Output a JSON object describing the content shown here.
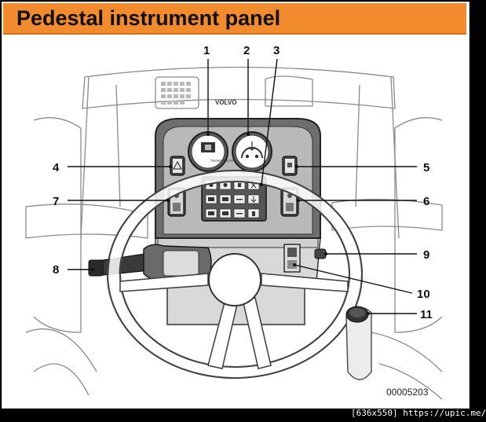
{
  "header": {
    "title": "Pedestal instrument panel",
    "background": "#f28a2e"
  },
  "diagram": {
    "brand_text": "VOLVO",
    "gauge_label": "TRANS GEAR",
    "callouts": [
      "1",
      "2",
      "3",
      "4",
      "5",
      "6",
      "7",
      "8",
      "9",
      "10",
      "11"
    ],
    "doc_number": "00005203"
  },
  "watermark": "[636x550] https://upic.me/"
}
